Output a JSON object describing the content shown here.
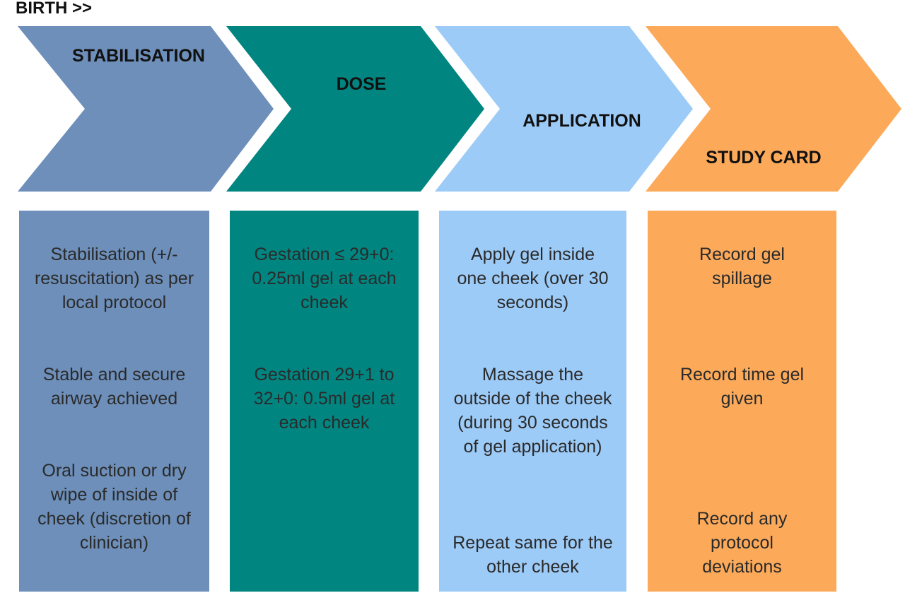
{
  "header": {
    "label": "BIRTH >>"
  },
  "colors": {
    "stabilisation": "#6d8fba",
    "dose": "#018580",
    "application": "#9dcbf7",
    "study_card": "#fcaa5a"
  },
  "steps": [
    {
      "title": "STABILISATION",
      "paragraphs": [
        "Stabilisation (+/- resuscitation) as per local protocol",
        "Stable and secure airway achieved",
        "Oral suction or dry wipe of inside of cheek (discretion of clinician)"
      ]
    },
    {
      "title": "DOSE",
      "paragraphs": [
        "Gestation ≤ 29+0: 0.25ml gel at each cheek",
        "Gestation 29+1 to 32+0: 0.5ml gel at each cheek"
      ]
    },
    {
      "title": "APPLICATION",
      "paragraphs": [
        "Apply gel inside one cheek (over 30 seconds)",
        "Massage the outside of the cheek (during 30 seconds of gel application)",
        "Repeat same for the other cheek"
      ]
    },
    {
      "title": "STUDY CARD",
      "paragraphs": [
        "Record gel spillage",
        "Record time gel given",
        "Record any protocol deviations"
      ]
    }
  ]
}
